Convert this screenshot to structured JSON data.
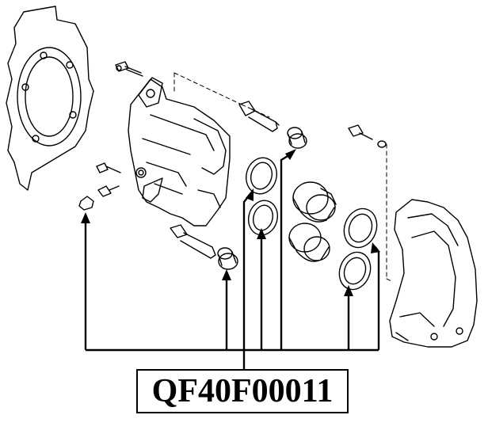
{
  "part_number": {
    "label": "QF40F00011"
  },
  "colors": {
    "ink": "#000000",
    "background": "#ffffff"
  },
  "components": [
    "backing-plate",
    "caliper-body",
    "guide-pin-upper",
    "guide-pin-lower",
    "piston-upper",
    "piston-lower",
    "piston-seal-upper",
    "piston-seal-lower",
    "dust-boot-upper",
    "dust-boot-lower",
    "pin-boot-upper",
    "pin-boot-lower",
    "bleeder-screw",
    "bleeder-cap",
    "bolt",
    "caliper-bracket"
  ]
}
